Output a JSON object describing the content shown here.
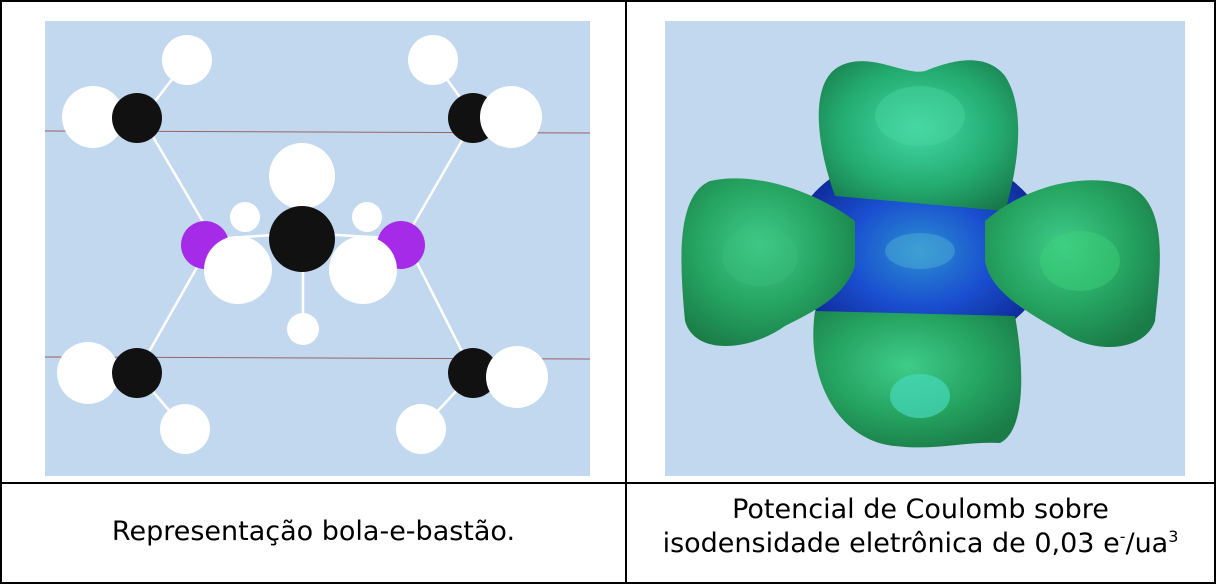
{
  "table": {
    "captions": {
      "left": "Representação bola-e-bastão.",
      "right_line1": "Potencial de Coulomb sobre",
      "right_line2_prefix": "isodensidade eletrônica de 0,03 e",
      "right_sup1": "-",
      "right_mid": "/ua",
      "right_sup2": "3"
    }
  },
  "colors": {
    "panel_bg": "#c2d8ee",
    "carbon": "#111111",
    "hydrogen": "#ffffff",
    "heteroatom": "#a52be8",
    "surface_green": "#2fb06a",
    "surface_blue": "#1438c8"
  }
}
